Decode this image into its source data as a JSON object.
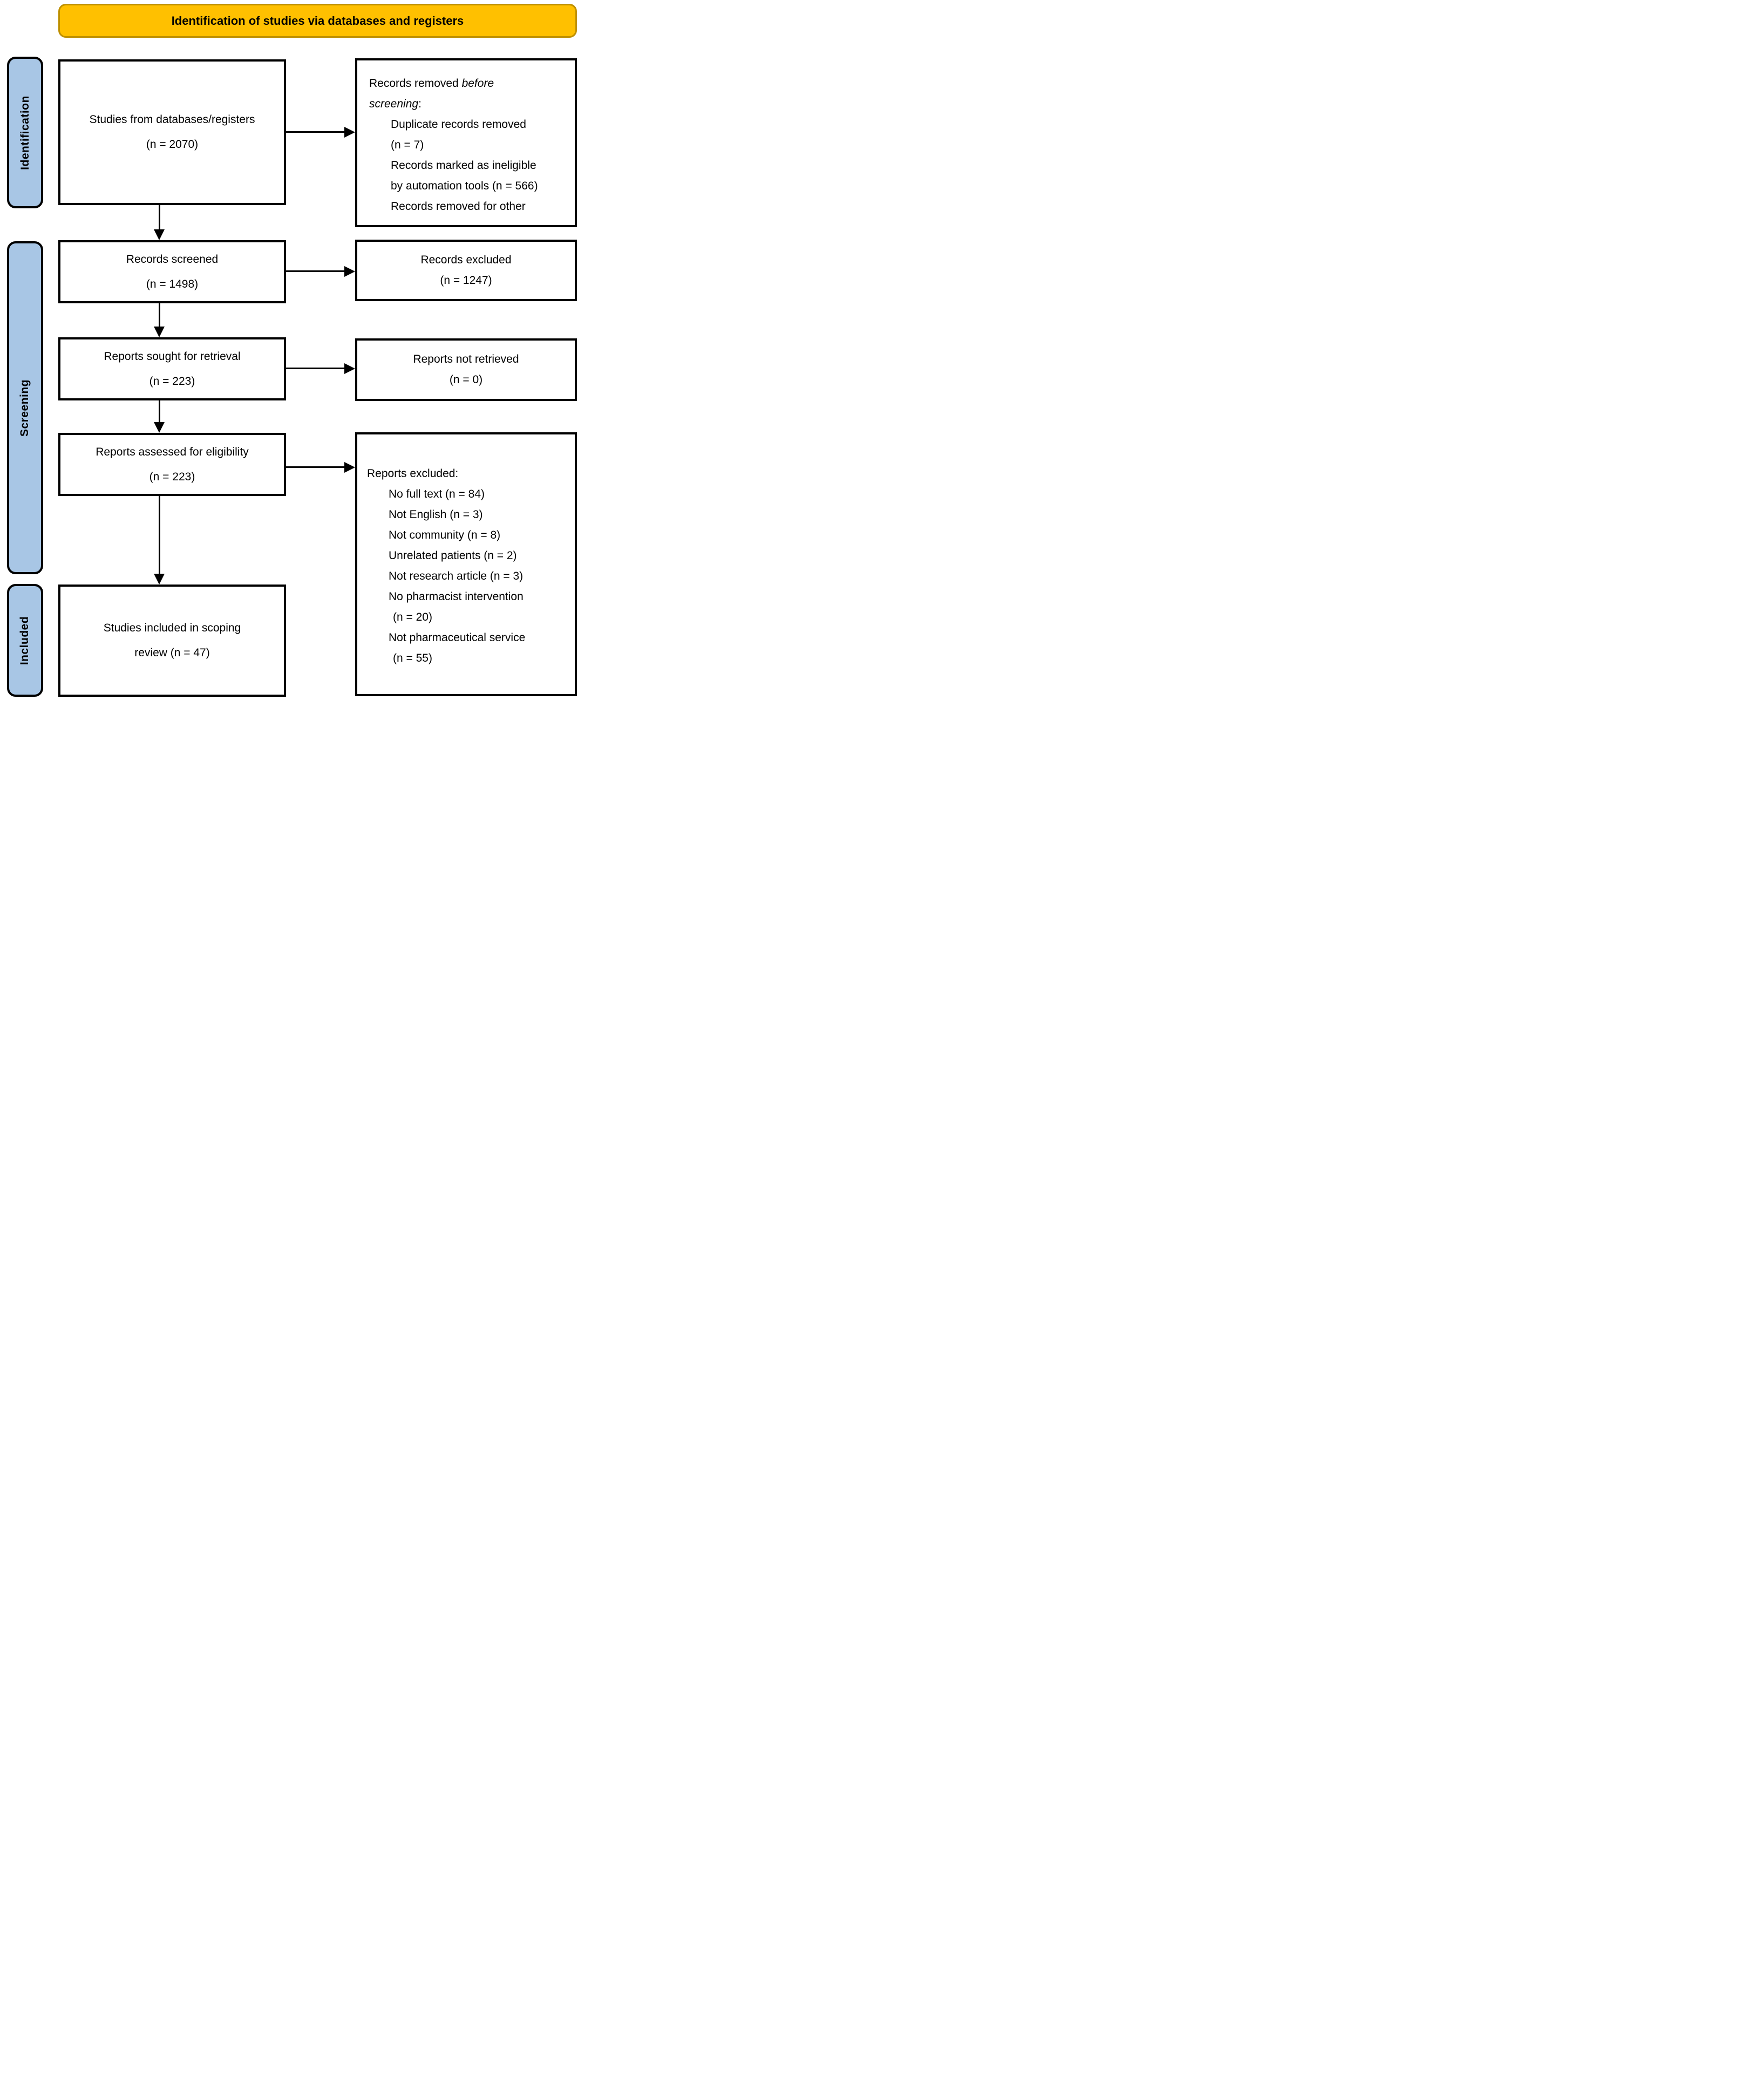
{
  "title_banner": "Identification of studies via databases and registers",
  "colors": {
    "header_fill": "#FFC000",
    "header_border": "#BF9000",
    "sidebar_fill": "#A8C6E5",
    "box_border": "#000000"
  },
  "sidebar": {
    "items": [
      {
        "label": "Identification"
      },
      {
        "label": "Screening"
      },
      {
        "label": "Included"
      }
    ]
  },
  "main_flow": {
    "studies_from_databases": {
      "lines": [
        "Studies from databases/registers",
        "(n = 2070)"
      ]
    },
    "records_screened": {
      "lines": [
        "Records screened",
        "(n = 1498)"
      ]
    },
    "reports_sought": {
      "lines": [
        "Reports sought for retrieval",
        "(n = 223)"
      ]
    },
    "reports_assessed": {
      "lines": [
        "Reports assessed for eligibility",
        "(n = 223)"
      ]
    },
    "studies_included": {
      "lines": [
        "Studies included in scoping",
        "review (n = 47)"
      ]
    }
  },
  "side_flow": {
    "records_removed_before_screening": {
      "lines": [
        {
          "indent": 0,
          "segs": [
            {
              "t": "Records removed "
            },
            {
              "t": "before",
              "italic": true
            }
          ]
        },
        {
          "indent": 0,
          "segs": [
            {
              "t": "screening",
              "italic": true
            },
            {
              "t": ":"
            }
          ]
        },
        {
          "indent": 1,
          "segs": [
            {
              "t": "Duplicate records removed"
            }
          ]
        },
        {
          "indent": 1,
          "segs": [
            {
              "t": "(n = 7)"
            }
          ]
        },
        {
          "indent": 1,
          "segs": [
            {
              "t": "Records marked as ineligible"
            }
          ]
        },
        {
          "indent": 1,
          "segs": [
            {
              "t": "by automation tools (n = 566)"
            }
          ]
        },
        {
          "indent": 1,
          "segs": [
            {
              "t": "Records removed for other"
            }
          ]
        }
      ]
    },
    "records_excluded": {
      "lines": [
        "Records excluded",
        "(n = 1247)"
      ]
    },
    "reports_not_retrieved": {
      "lines": [
        "Reports not retrieved",
        "(n = 0)"
      ]
    },
    "reports_excluded": {
      "lines": [
        {
          "indent": 0,
          "segs": [
            {
              "t": "Reports excluded:"
            }
          ]
        },
        {
          "indent": 1,
          "segs": [
            {
              "t": "No full text (n = 84)"
            }
          ]
        },
        {
          "indent": 1,
          "segs": [
            {
              "t": "Not English (n = 3)"
            }
          ]
        },
        {
          "indent": 1,
          "segs": [
            {
              "t": "Not community (n = 8)"
            }
          ]
        },
        {
          "indent": 1,
          "segs": [
            {
              "t": "Unrelated patients (n = 2)"
            }
          ]
        },
        {
          "indent": 1,
          "segs": [
            {
              "t": "Not research article (n = 3)"
            }
          ]
        },
        {
          "indent": 1,
          "segs": [
            {
              "t": "No pharmacist intervention"
            }
          ]
        },
        {
          "indent": 2,
          "segs": [
            {
              "t": "(n = 20)"
            }
          ]
        },
        {
          "indent": 1,
          "segs": [
            {
              "t": "Not pharmaceutical service"
            }
          ]
        },
        {
          "indent": 2,
          "segs": [
            {
              "t": "(n = 55)"
            }
          ]
        }
      ]
    }
  }
}
